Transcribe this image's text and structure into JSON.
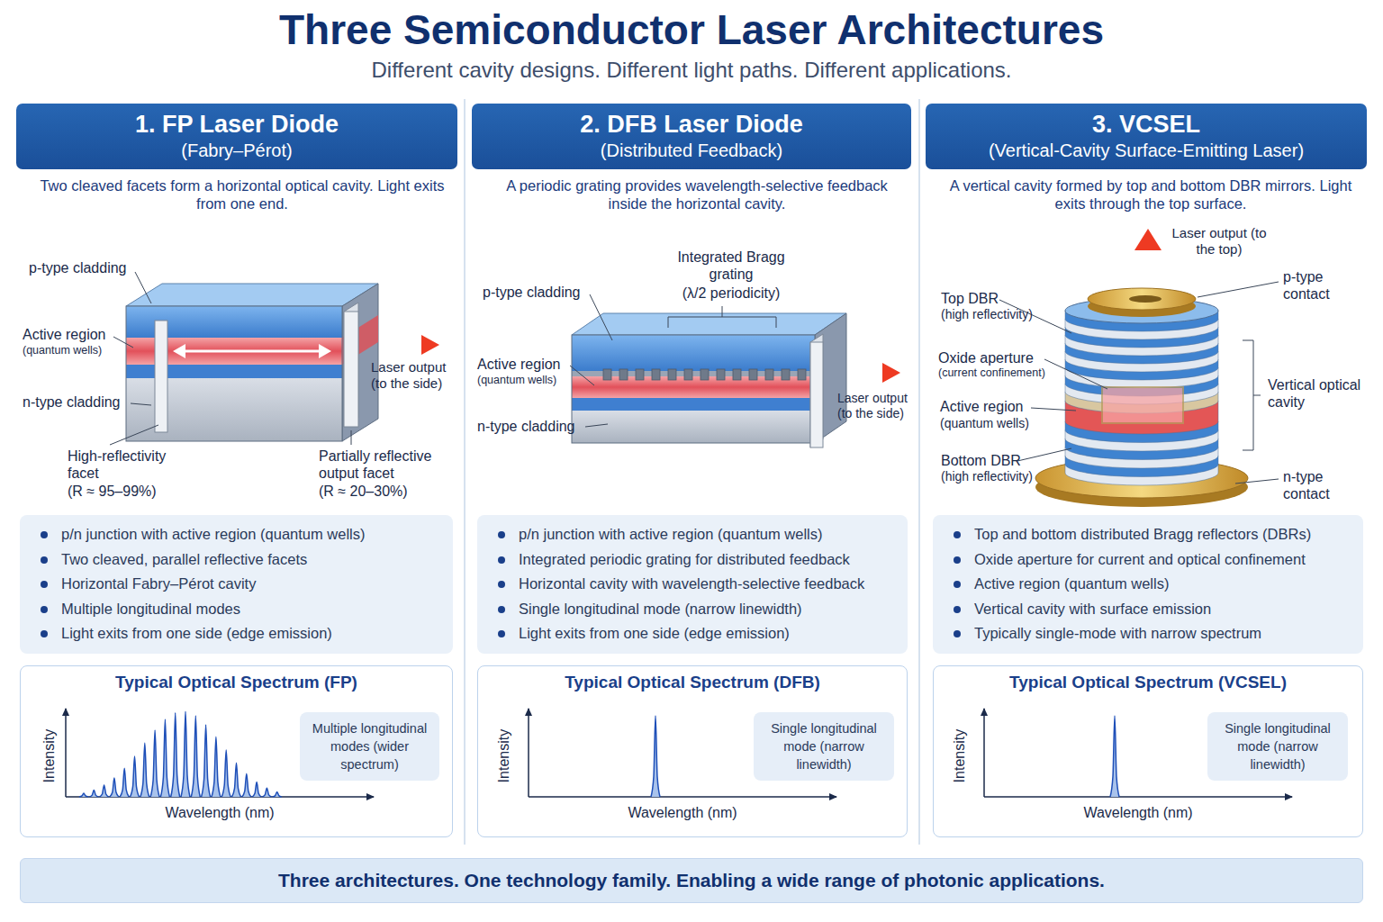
{
  "diagram": {
    "title": "Three Semiconductor Laser Architectures",
    "nodes": [
      {
        "text": [
          "1. FP Laser Diode",
          "(Fabry–Pérot)"
        ]
      },
      {
        "text": [
          "2. DFB Laser Diode",
          "(Distributed Feedback)"
        ]
      },
      {
        "text": [
          "3. VCSEL",
          "(Vertical-Cavity Surface-Emitting Laser)"
        ]
      },
      {
        "text": [
          "p/n junction with active region (quantum wells)",
          "Two cleaved, parallel reflective facets",
          "Horizontal Fabry–Pérot cavity",
          "Multiple longitudinal modes",
          "Light exits from one side (edge emission)"
        ]
      },
      {
        "text": [
          "p/n junction with active region (quantum wells)",
          "Integrated periodic grating for distributed feedback",
          "Horizontal cavity with wavelength-selective feedback",
          "Single longitudinal mode (narrow linewidth)",
          "Light exits from one side (edge emission)"
        ]
      },
      {
        "text": [
          "Top and bottom distributed Bragg reflectors (DBRs)",
          "Oxide aperture for current and optical confinement",
          "Active region (quantum wells)",
          "Vertical cavity with surface emission",
          "Typically single-mode with narrow spectrum"
        ]
      },
      {
        "text": [
          "Typical Optical Spectrum (FP)"
        ]
      },
      {
        "text": [
          "Multiple longitudinal modes (wider spectrum)"
        ],
        "in": 6
      },
      {
        "text": [
          "Typical Optical Spectrum (DFB)"
        ]
      },
      {
        "text": [
          "Single longitudinal mode (narrow linewidth)"
        ],
        "in": 8
      },
      {
        "text": [
          "Typical Optical Spectrum (VCSEL)"
        ]
      },
      {
        "text": [
          "Single longitudinal mode (narrow linewidth)"
        ],
        "in": 10
      },
      {
        "text": [
          "Three architectures. One technology family. Enabling a wide range of photonic applications."
        ]
      }
    ],
    "labels": [
      "Different cavity designs. Different light paths. Different applications.",
      "Two cleaved facets form a horizontal optical cavity. Light exits from one end.",
      "p-type cladding",
      "Active region",
      "(quantum wells)",
      "n-type cladding",
      "High-reflectivity facet",
      "(R ≈ 95–99%)",
      "Laser output (to the side)",
      "Partially reflective output facet",
      "(R ≈ 20–30%)",
      "A periodic grating provides wavelength-selective feedback inside the horizontal cavity.",
      "Integrated Bragg grating",
      "(λ/2 periodicity)",
      "p-type cladding",
      "Active region",
      "(quantum wells)",
      "n-type cladding",
      "Laser output (to the side)",
      "A vertical cavity formed by top and bottom DBR mirrors. Light exits through the top surface.",
      "Laser output (to the top)",
      "p-type contact",
      "Top DBR",
      "(high reflectivity)",
      "Oxide aperture",
      "(current confinement)",
      "Active region",
      "(quantum wells)",
      "Vertical optical cavity",
      "Bottom DBR",
      "(high reflectivity)",
      "n-type contact",
      "Intensity",
      "Wavelength (nm)",
      "Intensity",
      "Wavelength (nm)",
      "Intensity",
      "Wavelength (nm)"
    ]
  }
}
